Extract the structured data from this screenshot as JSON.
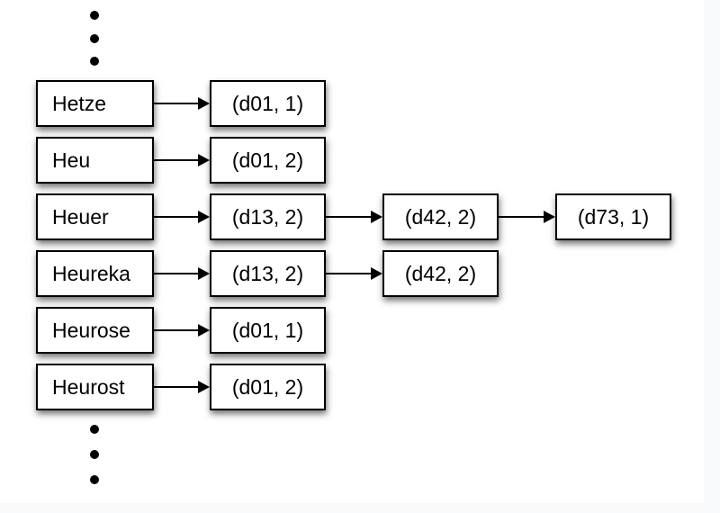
{
  "page": {
    "background_color": "#f8f9fa",
    "slide_background_color": "#ffffff",
    "box_border_color": "#000000",
    "text_color": "#000000",
    "arrow_color": "#000000"
  },
  "diagram": {
    "type": "inverted-index",
    "ellipsis_top_dots": 3,
    "ellipsis_bottom_dots": 3,
    "rows": [
      {
        "term": "Hetze",
        "postings": [
          "(d01, 1)"
        ]
      },
      {
        "term": "Heu",
        "postings": [
          "(d01, 2)"
        ]
      },
      {
        "term": "Heuer",
        "postings": [
          "(d13, 2)",
          "(d42, 2)",
          "(d73, 1)"
        ]
      },
      {
        "term": "Heureka",
        "postings": [
          "(d13, 2)",
          "(d42, 2)"
        ]
      },
      {
        "term": "Heurose",
        "postings": [
          "(d01, 1)"
        ]
      },
      {
        "term": "Heurost",
        "postings": [
          "(d01, 2)"
        ]
      }
    ]
  }
}
